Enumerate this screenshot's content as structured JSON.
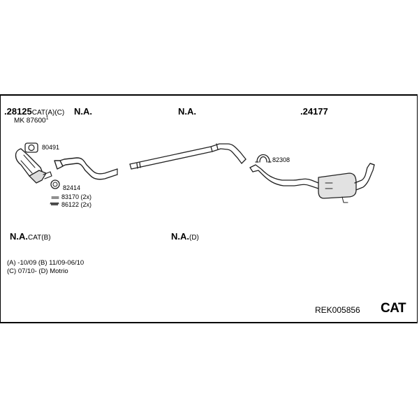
{
  "labels": {
    "top_left_number": ".28125",
    "top_left_suffix": "CAT(A)(C)",
    "top_left_sub": "MK 87600",
    "top_left_sub_sup": "1",
    "na_1": "N.A.",
    "na_2": "N.A.",
    "right_number": ".24177",
    "bottom_left_na": "N.A.",
    "bottom_left_suffix": "CAT(B)",
    "bottom_mid_na": "N.A.",
    "bottom_mid_suffix": "(D)"
  },
  "parts": {
    "p80491": "80491",
    "p82414": "82414",
    "p83170": "83170 (2x)",
    "p86122": "86122 (2x)",
    "p82308": "82308"
  },
  "notes": {
    "line1": "(A) -10/09 (B) 11/09-06/10",
    "line2": "(C) 07/10- (D) Motrio"
  },
  "footer": {
    "reference": "REK005856",
    "category": "CAT"
  }
}
